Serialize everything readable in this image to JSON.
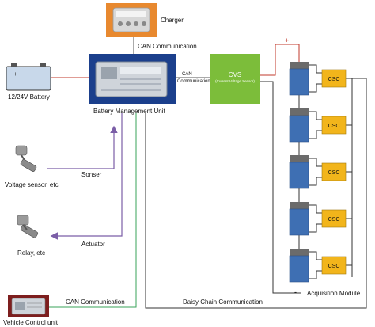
{
  "labels": {
    "charger": "Charger",
    "can_comm_top": "CAN Communication",
    "battery": "12/24V Battery",
    "can_comm_mid_1": "CAN",
    "can_comm_mid_2": "Communication",
    "bmu": "Battery Management Unit",
    "cvs_title": "CVS",
    "cvs_sub": "(Current Voltage Sensor)",
    "plus": "+",
    "minus": "-",
    "sonser": "Sonser",
    "voltage_sensor": "Voltage sensor, etc",
    "actuator": "Actuator",
    "relay": "Relay, etc",
    "can_comm_bottom": "CAN Communication",
    "daisy": "Daisy Chain Communication",
    "acq_module": "Acquisition Module",
    "vcu": "Vehicle Control unit"
  },
  "csc_label": "CSC",
  "csc_count": 5,
  "colors": {
    "charger": "#e8892f",
    "bmu": "#1b3f8c",
    "cvs": "#7cbd3a",
    "csc": "#f2b51b",
    "cell": "#3e6fb3",
    "cell_cap": "#6b6b6b",
    "red_line": "#c0392b",
    "purple_line": "#7b5ea7",
    "green_line": "#3aa35a",
    "vcu": "#7d1e1e",
    "battery": "#c8d8ea"
  }
}
